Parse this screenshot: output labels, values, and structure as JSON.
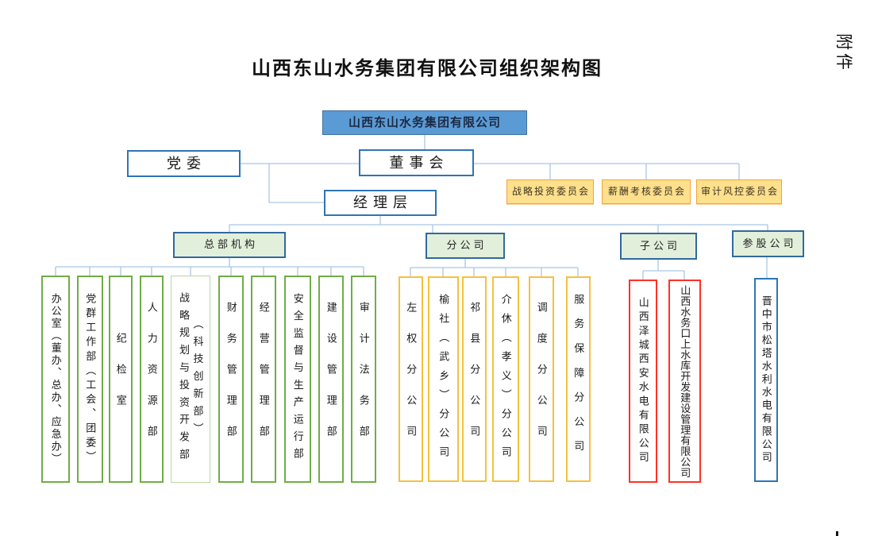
{
  "page": {
    "title": "山西东山水务集团有限公司组织架构图",
    "attachment_label": "附件"
  },
  "org": {
    "root": "山西东山水务集团有限公司",
    "party_committee": "党委",
    "board": "董事会",
    "management": "经理层",
    "committees": [
      "战略投资委员会",
      "薪酬考核委员会",
      "审计风控委员会"
    ],
    "hq": {
      "label": "总部机构",
      "departments": [
        "办公室（董办、总办、应急办）",
        "党群工作部（工会、团委）",
        "纪检室",
        "人力资源部",
        "战略规划与投资开发部\n（科技创新部）",
        "财务管理部",
        "经营管理部",
        "安全监督与生产运行部",
        "建设管理部",
        "审计法务部"
      ]
    },
    "branches": {
      "label": "分公司",
      "companies": [
        "左权分公司",
        "榆社（武乡）分公司",
        "祁县分公司",
        "介休（孝义）分公司",
        "调度分公司",
        "服务保障分公司"
      ]
    },
    "subsidiaries": {
      "label": "子公司",
      "companies": [
        "山西泽城西安水电有限公司",
        "山西水务口上水库开发建设管理有限公司"
      ]
    },
    "equity": {
      "label": "参股公司",
      "companies": [
        "晋中市松塔水利水电有限公司"
      ]
    }
  },
  "colors": {
    "root_fill": "#5B9BD5",
    "root_border": "#41719C",
    "node_border_blue": "#2E75B6",
    "category_fill": "#E2EFDA",
    "category_border": "#31699F",
    "committee_fill": "#FFE08C",
    "committee_border": "#F2A43A",
    "hq_accent": "#6FAD47",
    "hq_accent_light": "#B7D7A4",
    "branch_accent": "#F5C13D",
    "subsidiary_accent": "#FF3226",
    "equity_accent": "#2E75B6",
    "connector": "#A9C6E7"
  }
}
